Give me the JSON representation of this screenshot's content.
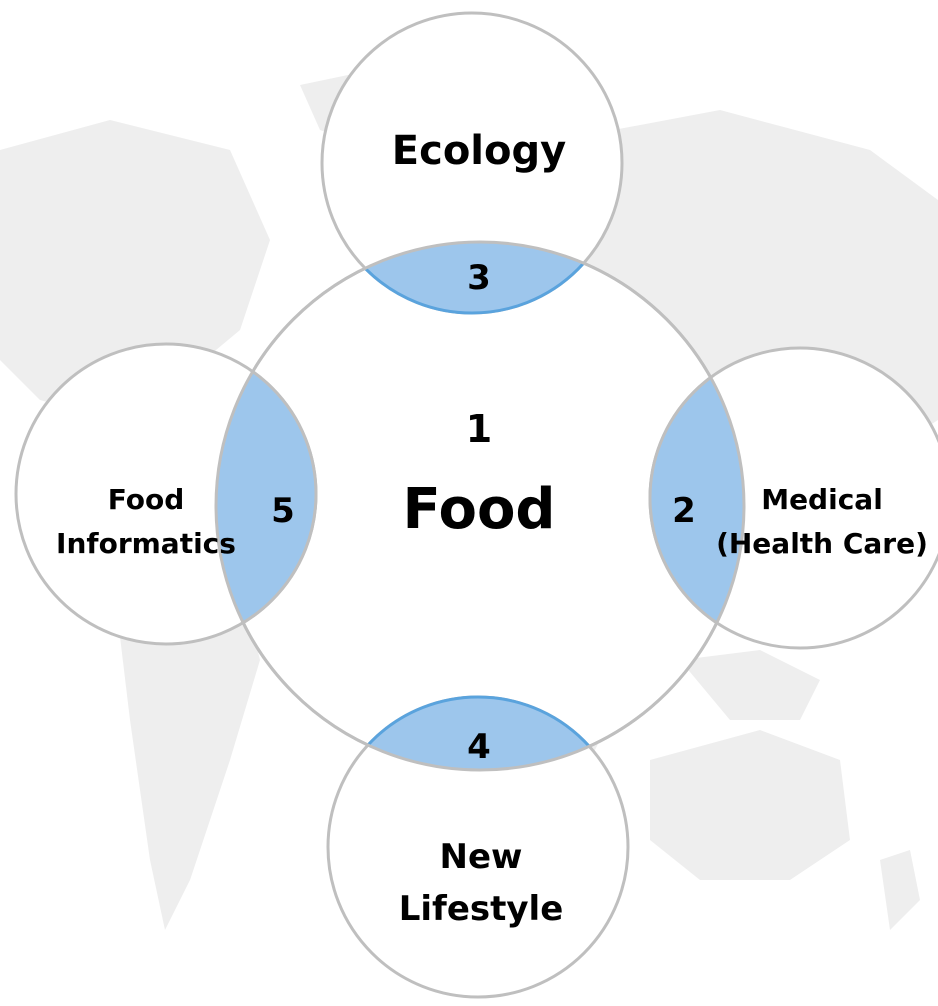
{
  "colors": {
    "map": "#eeeeee",
    "circle_fill": "#ffffff",
    "circle_stroke": "#bfbfbf",
    "overlap_fill": "#9dc6ec",
    "overlap_stroke": "#5aa3dd"
  },
  "center": {
    "number": "1",
    "title": "Food"
  },
  "satellites": {
    "top": {
      "label": "Ecology",
      "overlap_number": "3"
    },
    "right": {
      "label_line1": "Medical",
      "label_line2": "(Health Care)",
      "overlap_number": "2"
    },
    "bottom": {
      "label_line1": "New",
      "label_line2": "Lifestyle",
      "overlap_number": "4"
    },
    "left": {
      "label_line1": "Food",
      "label_line2": "Informatics",
      "overlap_number": "5"
    }
  }
}
